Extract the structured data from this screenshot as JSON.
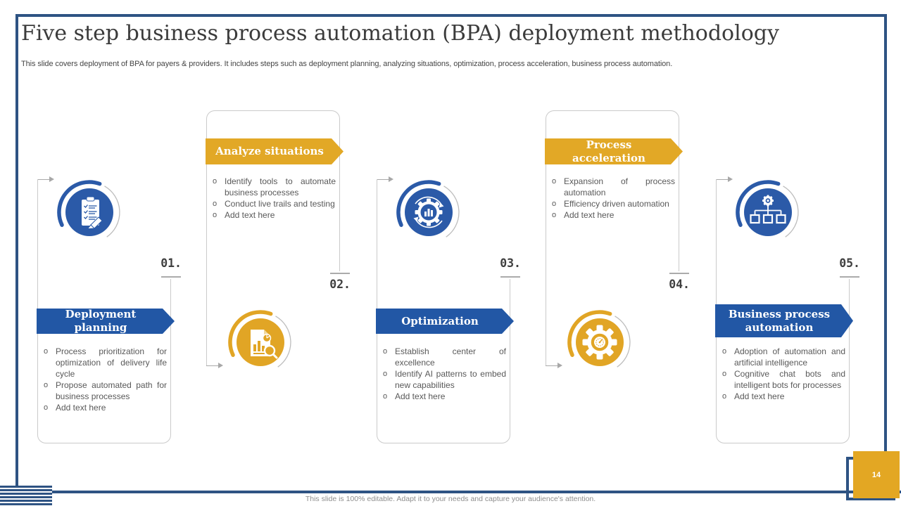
{
  "slide": {
    "title": "Five step business process automation (BPA) deployment methodology",
    "subtitle": "This slide covers deployment of BPA for payers & providers. It includes steps such as deployment planning, analyzing situations, optimization, process acceleration, business process automation.",
    "footer": "This slide is 100% editable. Adapt it to your needs and capture your audience's attention.",
    "page_number": "14",
    "bullet_marker": "o"
  },
  "colors": {
    "frame_navy": "#2E5383",
    "banner_blue": "#2257A5",
    "banner_yellow": "#E2A826",
    "icon_blue": "#2B5AA8",
    "icon_yellow": "#E1A525",
    "bullet_text": "#595959",
    "number_text": "#3F3F3F",
    "card_border": "#CACACA"
  },
  "steps": [
    {
      "number": "01.",
      "title": "Deployment planning",
      "accent": "blue",
      "icon": "clipboard-checklist-icon",
      "bullets": [
        "Process prioritization for optimization of delivery life cycle",
        "Propose automated path for business processes",
        "Add text here"
      ]
    },
    {
      "number": "02.",
      "title": "Analyze situations",
      "accent": "yellow",
      "icon": "report-analysis-icon",
      "bullets": [
        "Identify tools to automate business processes",
        "Conduct live trails and testing",
        "Add text here"
      ]
    },
    {
      "number": "03.",
      "title": "Optimization",
      "accent": "blue",
      "icon": "gear-chart-sync-icon",
      "bullets": [
        "Establish center of excellence",
        "Identify AI patterns to embed new capabilities",
        "Add text here"
      ]
    },
    {
      "number": "04.",
      "title": "Process acceleration",
      "accent": "yellow",
      "icon": "gear-gauge-icon",
      "bullets": [
        "Expansion of process automation",
        "Efficiency driven automation",
        "Add text here"
      ]
    },
    {
      "number": "05.",
      "title": "Business process automation",
      "accent": "blue",
      "icon": "automation-hierarchy-icon",
      "bullets": [
        "Adoption of automation and artificial intelligence",
        "Cognitive chat bots and intelligent bots for processes",
        "Add text here"
      ]
    }
  ]
}
